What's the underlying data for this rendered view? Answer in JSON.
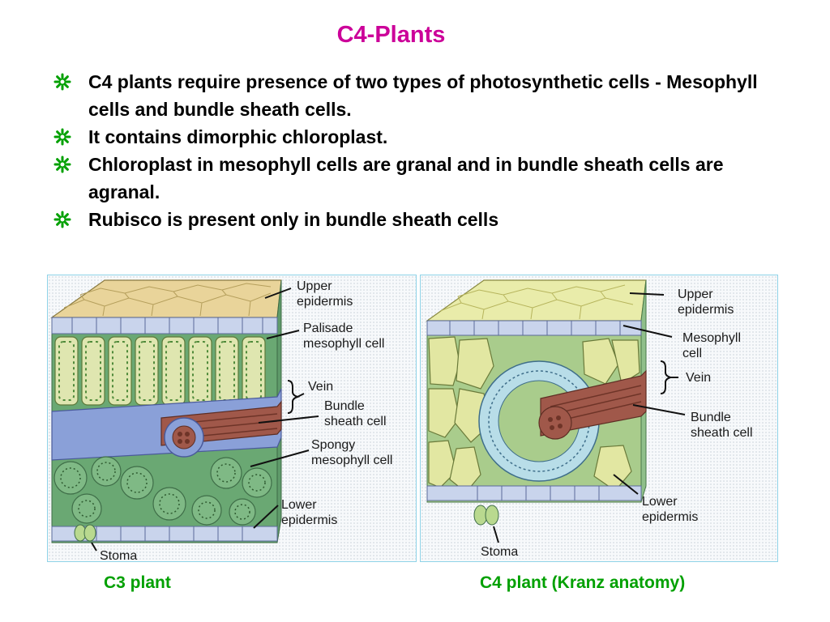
{
  "title": "C4-Plants",
  "colors": {
    "title": "#cc0099",
    "bullet_icon": "#00a000",
    "caption": "#00a000"
  },
  "bullet_icon": "asterisk-flower-icon",
  "bullets": [
    "C4 plants require presence of two types of photosynthetic cells -  Mesophyll cells and bundle sheath cells.",
    "It contains dimorphic chloroplast.",
    "Chloroplast in mesophyll cells are granal and in bundle sheath cells are agranal.",
    "Rubisco is present only in bundle sheath cells"
  ],
  "figures": {
    "c3": {
      "labels": {
        "upper_epidermis": "Upper\nepidermis",
        "palisade": "Palisade\nmesophyll cell",
        "vein": "Vein",
        "bundle_sheath": "Bundle\nsheath cell",
        "spongy": "Spongy\nmesophyll cell",
        "lower_epidermis": "Lower\nepidermis",
        "stoma": "Stoma"
      },
      "caption": "C3 plant"
    },
    "c4": {
      "labels": {
        "upper_epidermis": "Upper\nepidermis",
        "mesophyll": "Mesophyll\ncell",
        "vein": "Vein",
        "bundle_sheath": "Bundle\nsheath cell",
        "lower_epidermis": "Lower\nepidermis",
        "stoma": "Stoma"
      },
      "caption": "C4 plant (Kranz anatomy)"
    }
  }
}
